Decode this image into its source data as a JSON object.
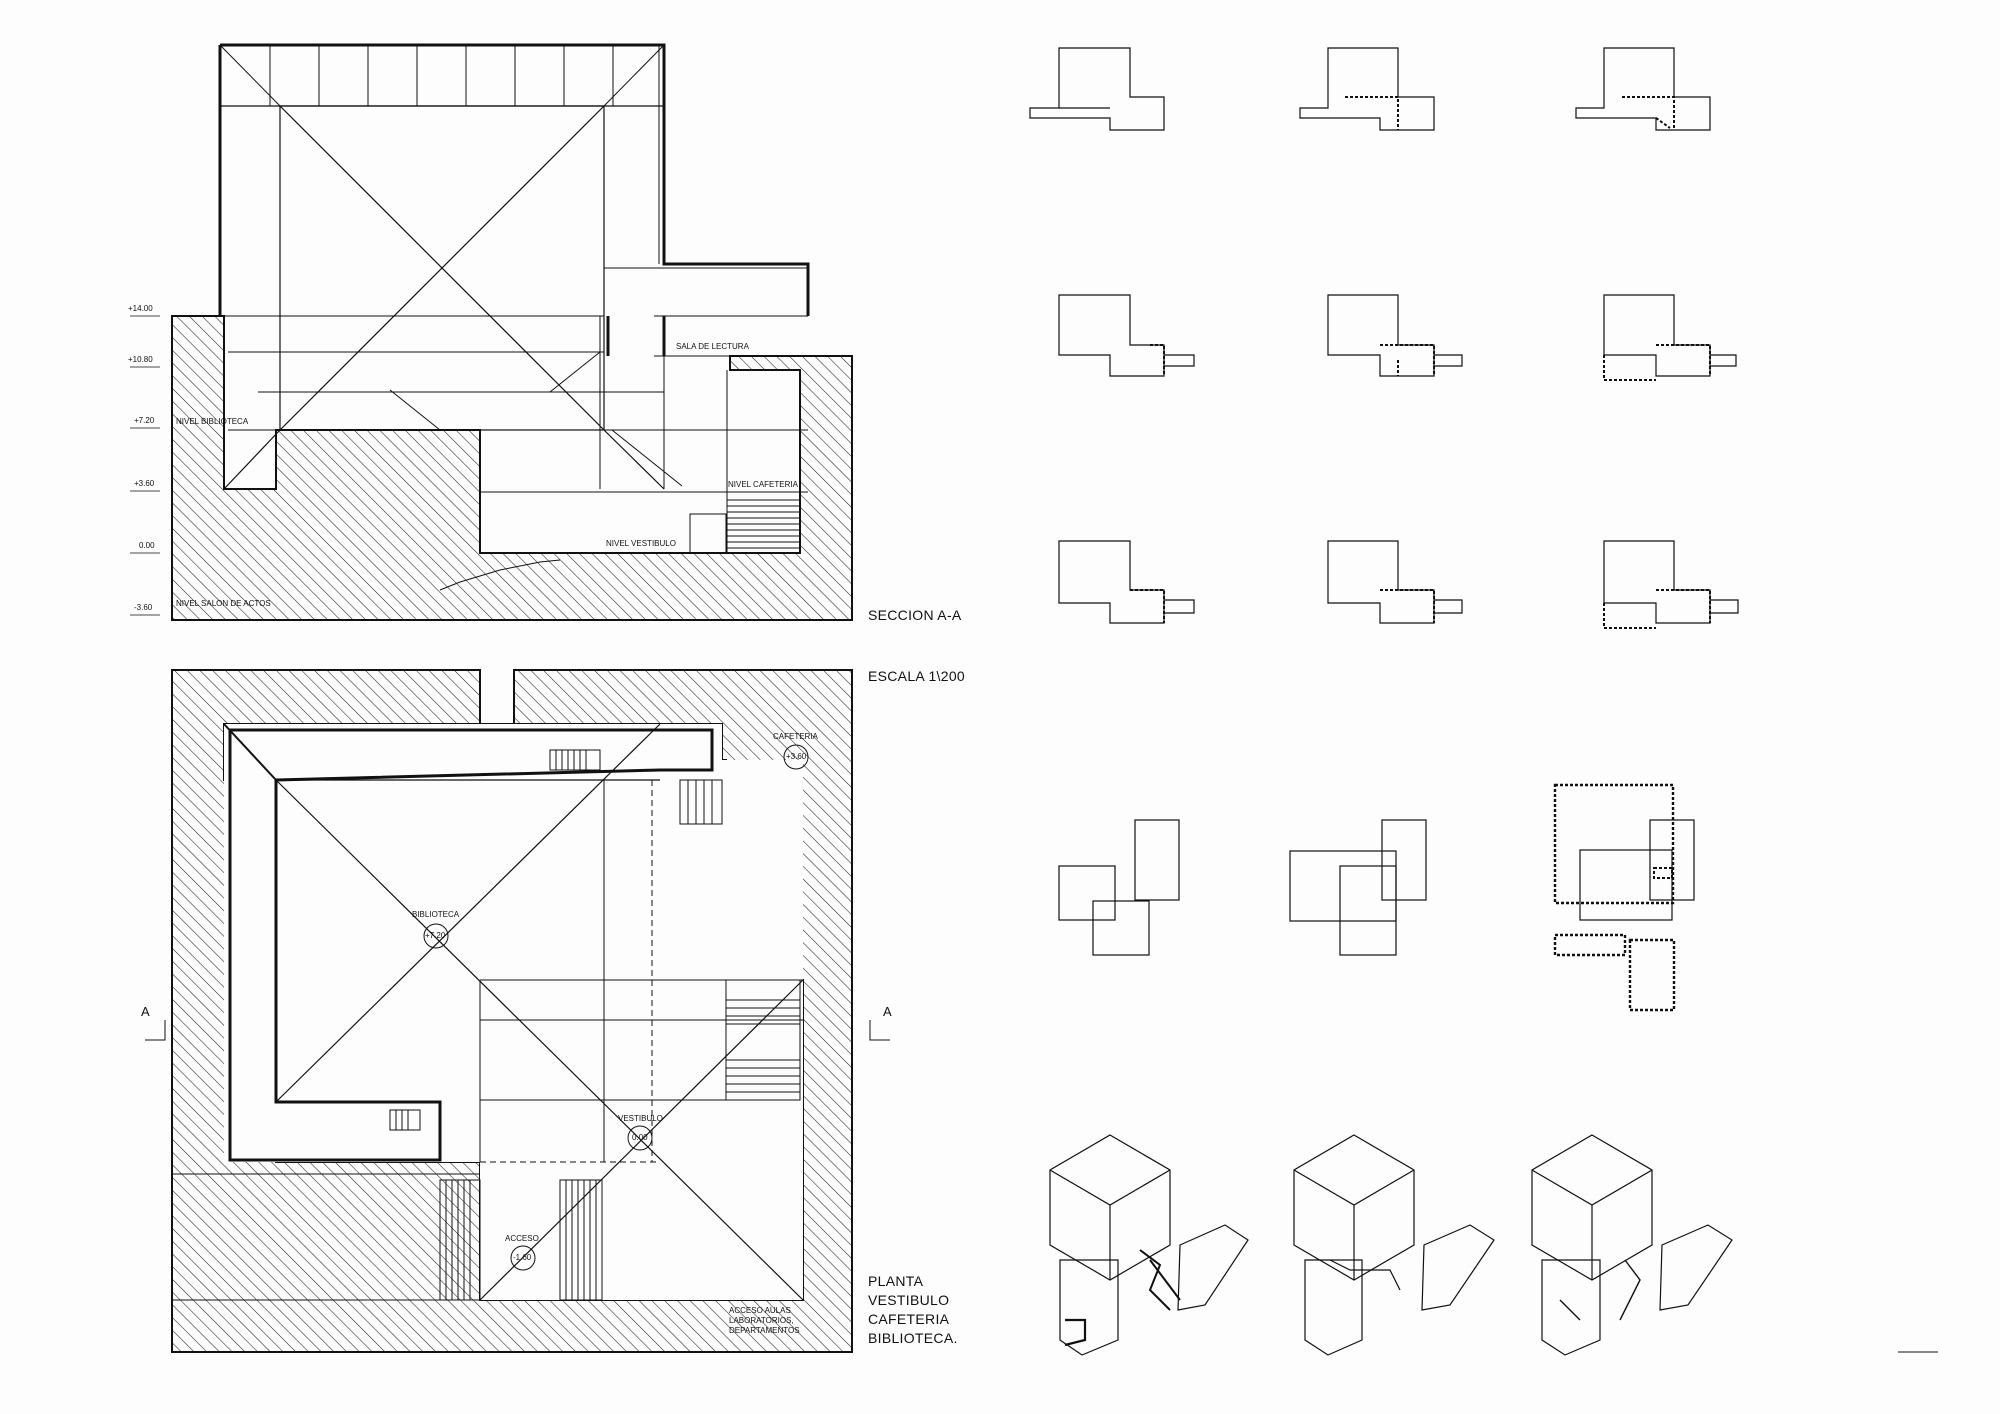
{
  "section": {
    "title": "SECCION A-A",
    "scale": "ESCALA 1\\200",
    "levels": [
      "+14.00",
      "+10.80",
      "+7.20",
      "+3.60",
      "0.00",
      "-3.60"
    ],
    "level_names": {
      "biblioteca": "NIVEL BIBLIOTECA",
      "cafeteria": "NIVEL CAFETERIA",
      "vestibulo": "NIVEL VESTIBULO",
      "salon": "NIVEL SALON DE ACTOS",
      "lectura": "SALA DE LECTURA"
    }
  },
  "plan": {
    "title_lines": [
      "PLANTA",
      "VESTIBULO",
      "CAFETERIA",
      "BIBLIOTECA."
    ],
    "section_marks": [
      "A",
      "A"
    ],
    "rooms": {
      "biblioteca": {
        "name": "BIBLIOTECA",
        "level": "+7.20"
      },
      "cafeteria": {
        "name": "CAFETERIA",
        "level": "+3.60"
      },
      "vestibulo": {
        "name": "VESTIBULO",
        "level": "0.00"
      },
      "acceso": {
        "name": "ACCESO",
        "level": "-1.60"
      }
    },
    "acceso_note": [
      "ACCESO AULAS",
      "LABORATORIOS,",
      "DEPARTAMENTOS"
    ]
  },
  "colors": {
    "ink": "#111111",
    "paper": "#fdfdfd"
  }
}
